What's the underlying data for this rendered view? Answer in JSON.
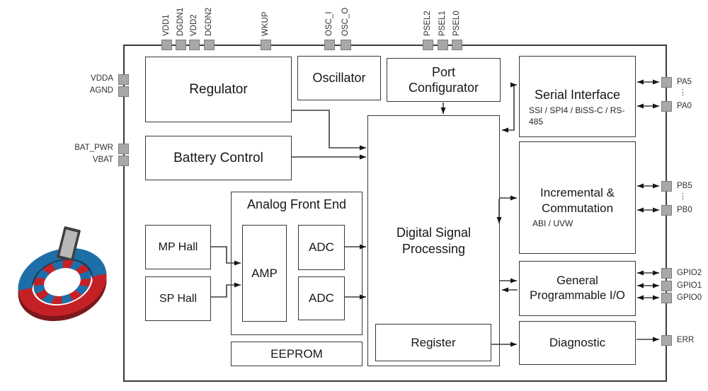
{
  "blocks": {
    "regulator": {
      "label": "Regulator"
    },
    "oscillator": {
      "label": "Oscillator"
    },
    "port_configurator": {
      "label": "Port Configurator"
    },
    "serial_interface": {
      "label": "Serial Interface",
      "sublabel": "SSI / SPI4 / BiSS-C / RS-485"
    },
    "battery_control": {
      "label": "Battery Control"
    },
    "analog_front_end": {
      "label": "Analog Front End"
    },
    "mp_hall": {
      "label": "MP Hall"
    },
    "sp_hall": {
      "label": "SP Hall"
    },
    "amp": {
      "label": "AMP"
    },
    "adc_top": {
      "label": "ADC"
    },
    "adc_bottom": {
      "label": "ADC"
    },
    "dsp": {
      "label": "Digital Signal Processing"
    },
    "register": {
      "label": "Register"
    },
    "eeprom": {
      "label": "EEPROM"
    },
    "incremental_commutation": {
      "label": "Incremental & Commutation",
      "sublabel": "ABI / UVW"
    },
    "gpio": {
      "label": "General Programmable I/O"
    },
    "diagnostic": {
      "label": "Diagnostic"
    }
  },
  "pins": {
    "top": [
      {
        "label": "VDD1"
      },
      {
        "label": "DGDN1"
      },
      {
        "label": "VDD2"
      },
      {
        "label": "DGDN2"
      },
      {
        "label": "WKUP"
      },
      {
        "label": "OSC_I"
      },
      {
        "label": "OSC_O"
      },
      {
        "label": "PSEL2"
      },
      {
        "label": "PSEL1"
      },
      {
        "label": "PSEL0"
      }
    ],
    "left": [
      {
        "label": "VDDA"
      },
      {
        "label": "AGND"
      },
      {
        "label": "BAT_PWR"
      },
      {
        "label": "VBAT"
      }
    ],
    "right": [
      {
        "label": "PA5"
      },
      {
        "label": "PA0"
      },
      {
        "label": "PB5"
      },
      {
        "label": "PB0"
      },
      {
        "label": "GPIO2"
      },
      {
        "label": "GPIO1"
      },
      {
        "label": "GPIO0"
      },
      {
        "label": "ERR"
      }
    ],
    "ellipsis": "⋮"
  },
  "colors": {
    "block_border": "#383838",
    "wire": "#3d3d3d",
    "pin_fill": "#a8a8a8",
    "pin_border": "#7c7c7c",
    "magnet_red": "#c42127",
    "magnet_red_dark": "#7c181c",
    "magnet_blue": "#1e6fa7",
    "magnet_blue_dark": "#123f60",
    "chip_gray": "#b8b8b8"
  }
}
